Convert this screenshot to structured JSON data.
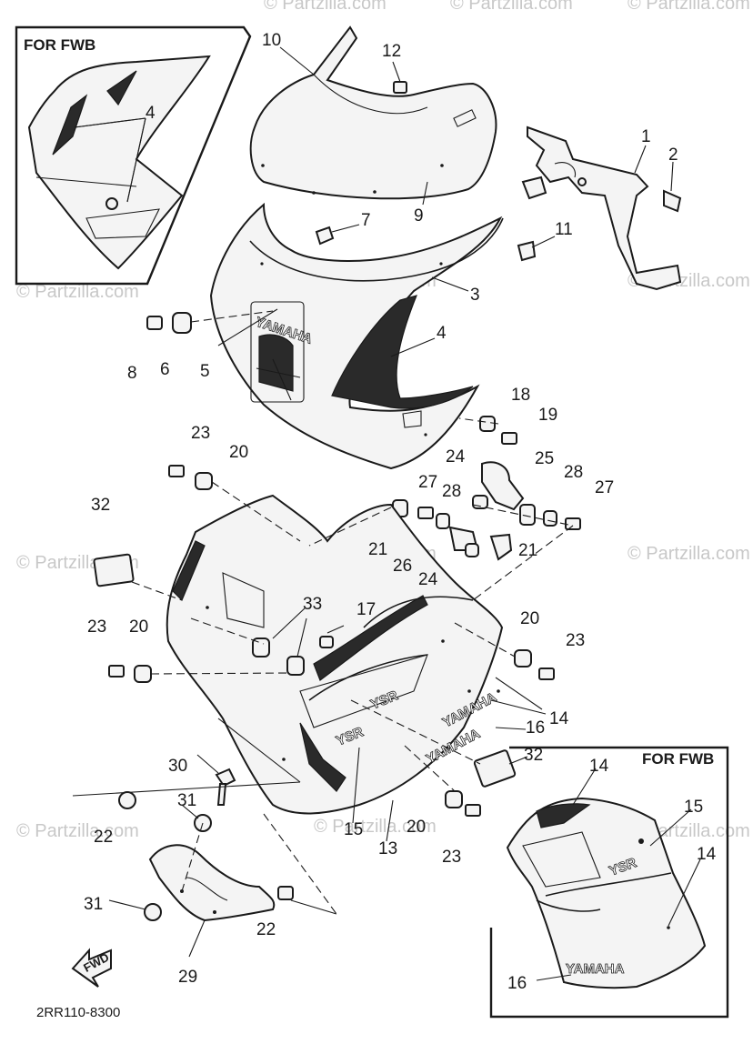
{
  "inset_top": {
    "title": "FOR FWB",
    "callouts": [
      "4"
    ]
  },
  "inset_bottom": {
    "title": "FOR FWB",
    "callouts": [
      "14",
      "15",
      "14",
      "16"
    ]
  },
  "watermark": "© Partzilla.com",
  "diagram_code": "2RR110-8300",
  "direction_label": "FWD",
  "emblems": {
    "brand": "YAMAHA",
    "model": "YSR"
  },
  "callouts": [
    {
      "id": "c10",
      "text": "10"
    },
    {
      "id": "c12",
      "text": "12"
    },
    {
      "id": "c1",
      "text": "1"
    },
    {
      "id": "c2",
      "text": "2"
    },
    {
      "id": "c9",
      "text": "9"
    },
    {
      "id": "c7",
      "text": "7"
    },
    {
      "id": "c11",
      "text": "11"
    },
    {
      "id": "c3",
      "text": "3"
    },
    {
      "id": "c4",
      "text": "4"
    },
    {
      "id": "c8",
      "text": "8"
    },
    {
      "id": "c6",
      "text": "6"
    },
    {
      "id": "c5",
      "text": "5"
    },
    {
      "id": "c18",
      "text": "18"
    },
    {
      "id": "c19",
      "text": "19"
    },
    {
      "id": "c23a",
      "text": "23"
    },
    {
      "id": "c20a",
      "text": "20"
    },
    {
      "id": "c24a",
      "text": "24"
    },
    {
      "id": "c25",
      "text": "25"
    },
    {
      "id": "c27a",
      "text": "27"
    },
    {
      "id": "c28a",
      "text": "28"
    },
    {
      "id": "c28b",
      "text": "28"
    },
    {
      "id": "c27b",
      "text": "27"
    },
    {
      "id": "c32a",
      "text": "32"
    },
    {
      "id": "c21a",
      "text": "21"
    },
    {
      "id": "c26",
      "text": "26"
    },
    {
      "id": "c21b",
      "text": "21"
    },
    {
      "id": "c24b",
      "text": "24"
    },
    {
      "id": "c33",
      "text": "33"
    },
    {
      "id": "c17",
      "text": "17"
    },
    {
      "id": "c20b",
      "text": "20"
    },
    {
      "id": "c23b",
      "text": "23"
    },
    {
      "id": "c23c",
      "text": "23"
    },
    {
      "id": "c20c",
      "text": "20"
    },
    {
      "id": "c14",
      "text": "14"
    },
    {
      "id": "c16",
      "text": "16"
    },
    {
      "id": "c32b",
      "text": "32"
    },
    {
      "id": "c30",
      "text": "30"
    },
    {
      "id": "c31a",
      "text": "31"
    },
    {
      "id": "c22a",
      "text": "22"
    },
    {
      "id": "c15",
      "text": "15"
    },
    {
      "id": "c13",
      "text": "13"
    },
    {
      "id": "c20d",
      "text": "20"
    },
    {
      "id": "c23d",
      "text": "23"
    },
    {
      "id": "c31b",
      "text": "31"
    },
    {
      "id": "c22b",
      "text": "22"
    },
    {
      "id": "c29",
      "text": "29"
    }
  ]
}
